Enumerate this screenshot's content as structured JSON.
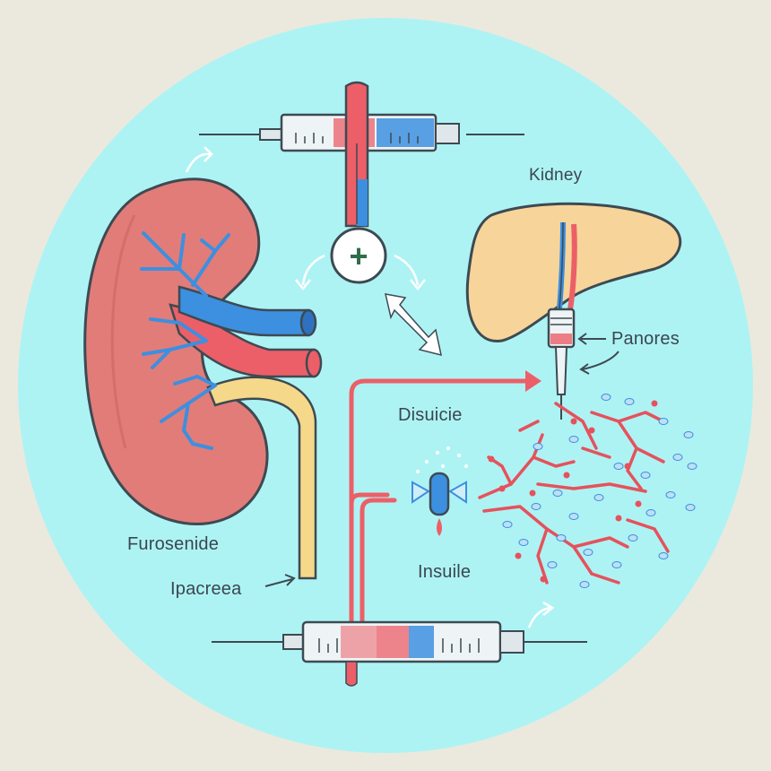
{
  "labels": {
    "kidney": "Kidney",
    "panores": "Panores",
    "disuicie": "Disuicie",
    "furosenide": "Furosenide",
    "ipacreea": "Ipacreea",
    "insuile": "Insuile"
  },
  "plus_symbol": "+",
  "colors": {
    "background": "#ebe9dd",
    "circle": "#aef3f4",
    "kidney": "#e27c78",
    "vein": "#3d8fe0",
    "artery": "#ec5f68",
    "ureter": "#f6d88a",
    "liver": "#f7d49a",
    "outline": "#3d4a52"
  }
}
